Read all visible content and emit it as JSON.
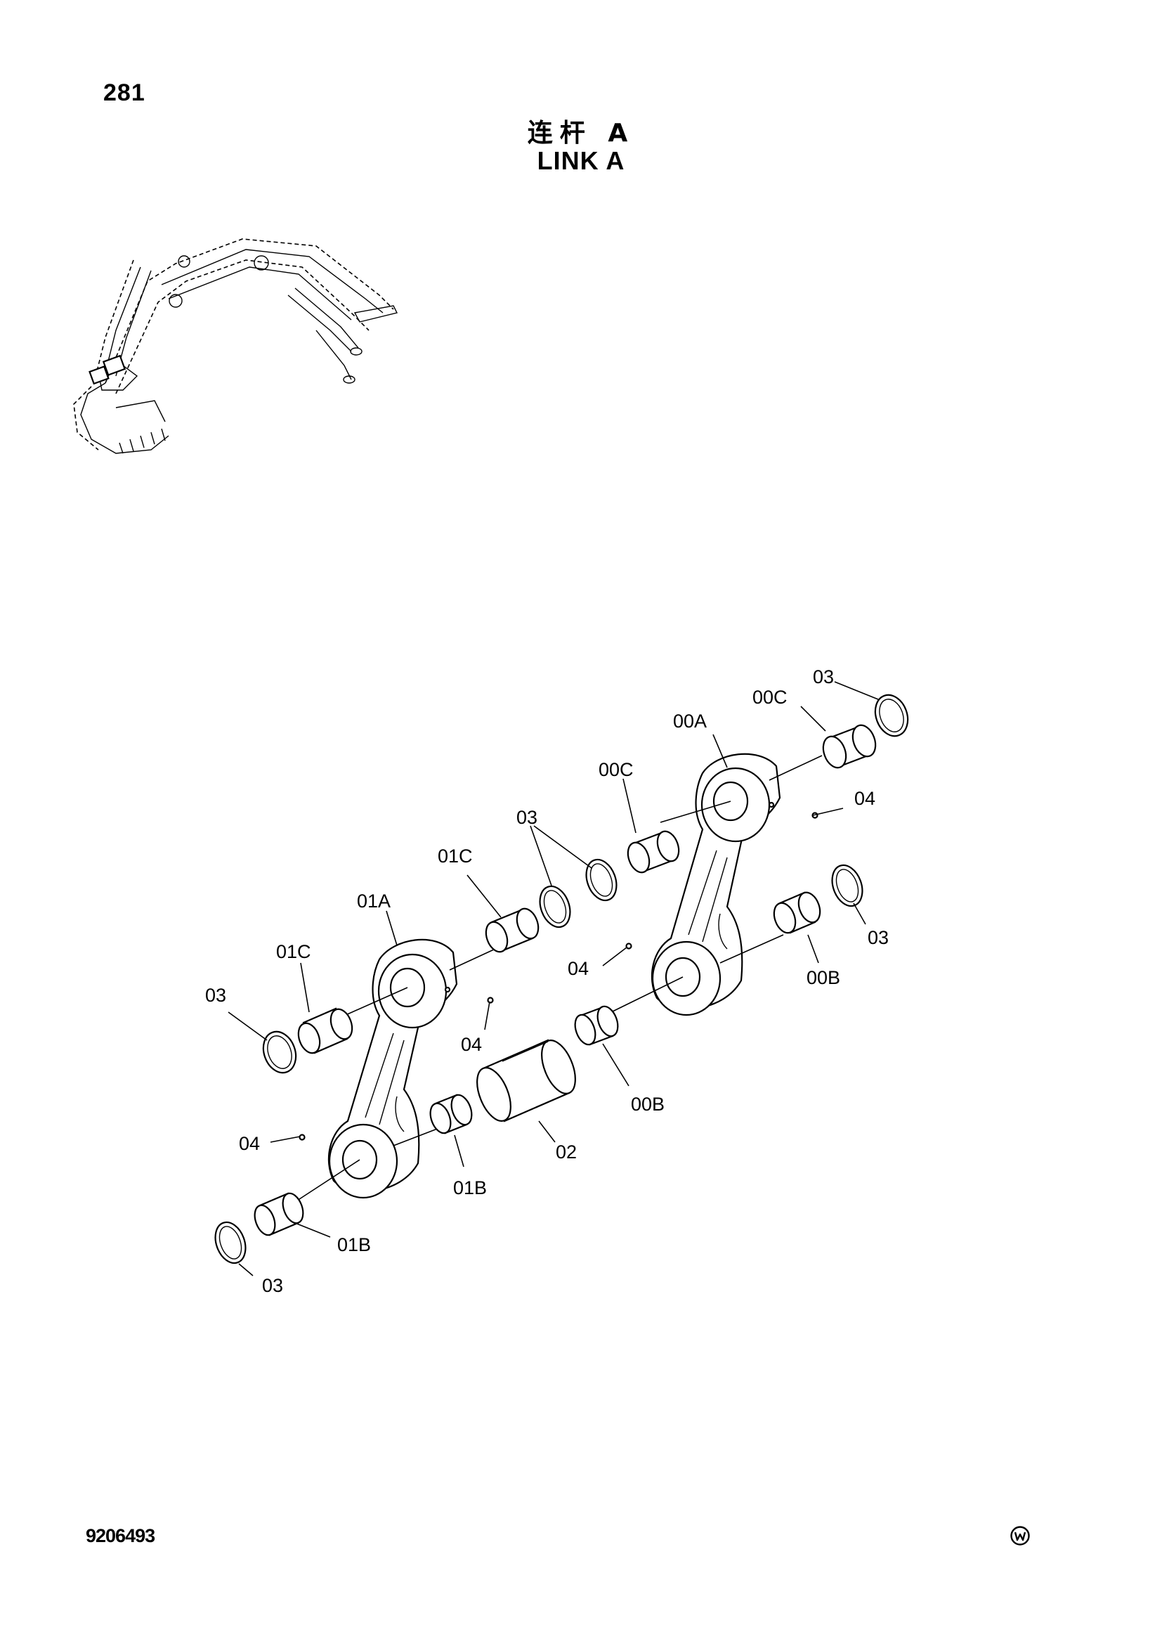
{
  "page_number": "281",
  "title_cn": "连杆 A",
  "title_en": "LINK A",
  "doc_code": "9206493",
  "mark_icon": "circled-w-icon",
  "labels": {
    "l_03_top": "03",
    "l_00C_top": "00C",
    "l_00A": "00A",
    "l_00C_mid": "00C",
    "l_04_r": "04",
    "l_03_mid": "03",
    "l_01C_top": "01C",
    "l_01A": "01A",
    "l_03_right": "03",
    "l_04_mid": "04",
    "l_00B_right": "00B",
    "l_01C_left": "01C",
    "l_03_left": "03",
    "l_04_center": "04",
    "l_00B_low": "00B",
    "l_04_left": "04",
    "l_02": "02",
    "l_01B_mid": "01B",
    "l_01B_low": "01B",
    "l_03_bottom": "03"
  }
}
